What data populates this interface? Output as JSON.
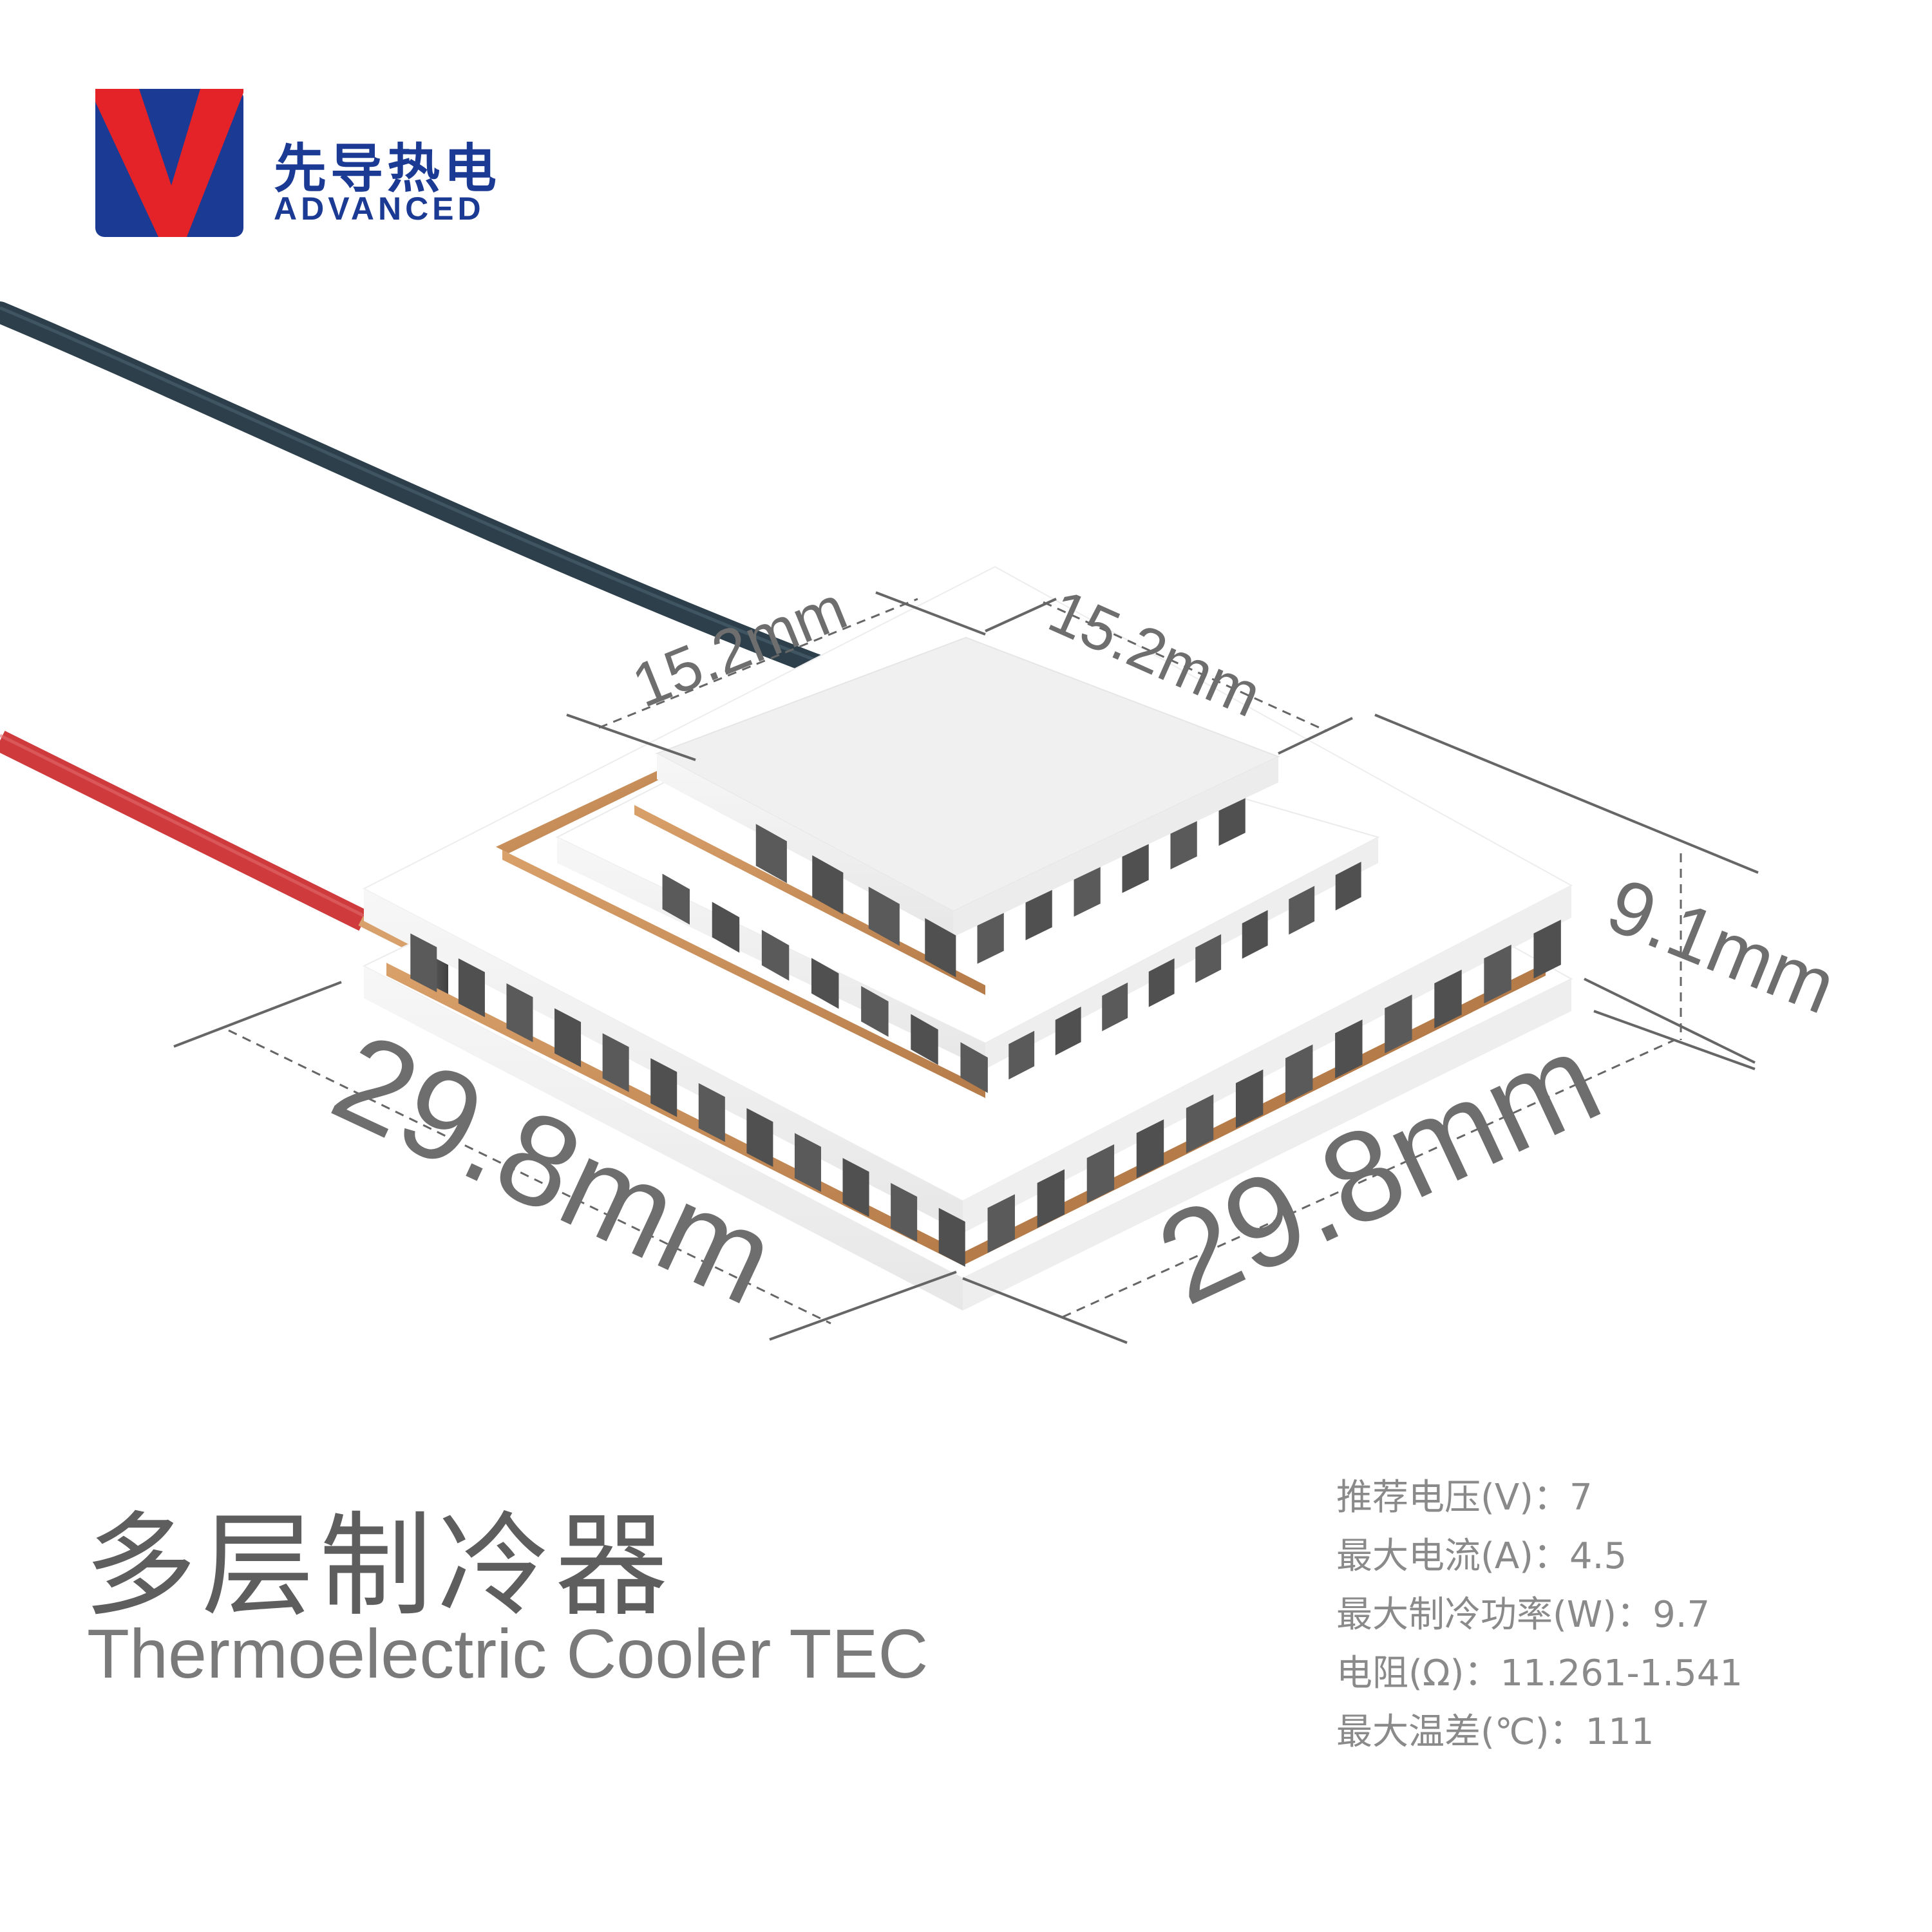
{
  "brand": {
    "name_cn": "先导热电",
    "name_en": "ADVANCED",
    "colors": {
      "blue": "#1b3a93",
      "red": "#e42328"
    }
  },
  "product": {
    "title_cn": "多层制冷器",
    "title_en": "Thermoelectric Cooler TEC"
  },
  "dimensions": {
    "top_left": "15.2mm",
    "top_right": "15.2mm",
    "height": "9.1mm",
    "bottom_left": "29.8mm",
    "bottom_right": "29.8mm"
  },
  "specs": [
    {
      "label": "推荐电压(V)：",
      "value": "7"
    },
    {
      "label": "最大电流(A)：",
      "value": "4.5"
    },
    {
      "label": "最大制冷功率(W)：",
      "value": "9.7"
    },
    {
      "label": "电阻(Ω)：",
      "value": "11.261-1.541"
    },
    {
      "label": "最大温差(℃)：",
      "value": "111"
    }
  ],
  "wires": {
    "negative_color": "#2c3f4b",
    "positive_color": "#cf3a3d"
  }
}
